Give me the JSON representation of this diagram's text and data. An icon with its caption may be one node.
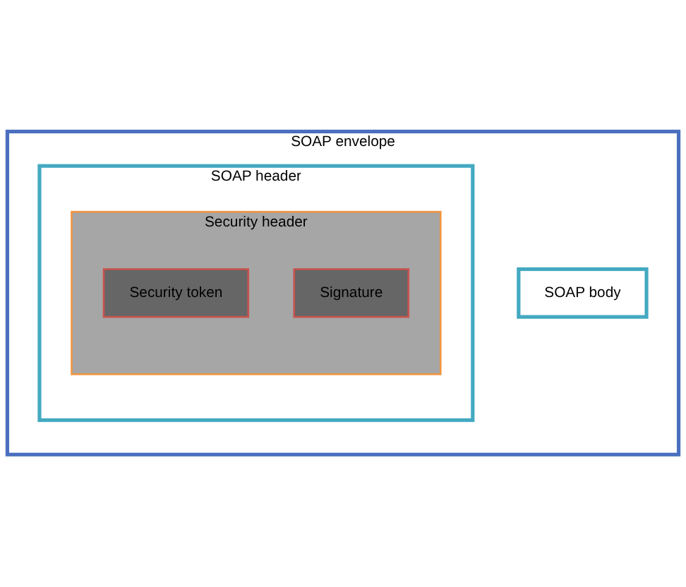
{
  "diagram": {
    "nodes": [
      {
        "text": [
          "SOAP envelope"
        ]
      },
      {
        "text": [
          "SOAP header"
        ],
        "in": 0
      },
      {
        "text": [
          "Security header"
        ],
        "in": 1
      },
      {
        "text": [
          "Security token"
        ],
        "in": 2
      },
      {
        "text": [
          "Signature"
        ],
        "in": 2
      },
      {
        "text": [
          "SOAP body"
        ],
        "in": 0
      }
    ]
  }
}
